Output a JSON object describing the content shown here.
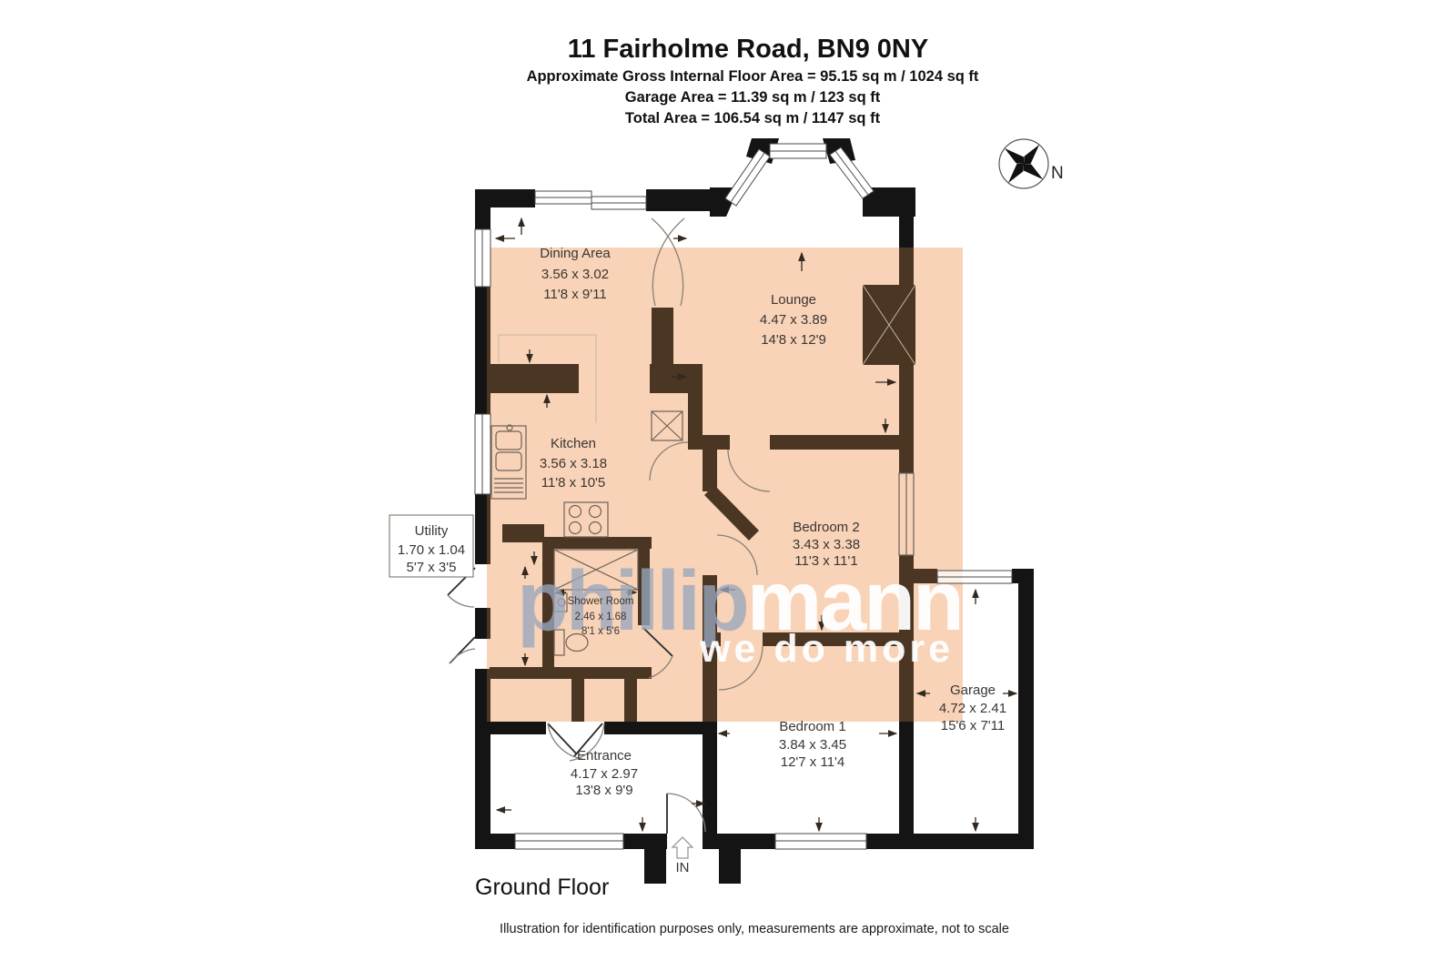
{
  "header": {
    "title": "11 Fairholme Road, BN9 0NY",
    "area_lines": [
      "Approximate Gross Internal Floor Area = 95.15 sq m / 1024 sq ft",
      "Garage Area = 11.39 sq m / 123 sq ft",
      "Total Area = 106.54 sq m / 1147 sq ft"
    ]
  },
  "compass": {
    "label": "N"
  },
  "watermark": {
    "part1": "phillip",
    "part2": "mann",
    "tagline": "we do more"
  },
  "rooms": [
    {
      "name": "Dining Area",
      "metric": "3.56 x 3.02",
      "imperial": "11'8 x 9'11"
    },
    {
      "name": "Lounge",
      "metric": "4.47 x 3.89",
      "imperial": "14'8 x 12'9"
    },
    {
      "name": "Kitchen",
      "metric": "3.56 x 3.18",
      "imperial": "11'8 x 10'5"
    },
    {
      "name": "Utility",
      "metric": "1.70 x 1.04",
      "imperial": "5'7 x 3'5"
    },
    {
      "name": "Shower Room",
      "metric": "2.46 x 1.68",
      "imperial": "8'1 x 5'6"
    },
    {
      "name": "Bedroom 2",
      "metric": "3.43 x 3.38",
      "imperial": "11'3 x 11'1"
    },
    {
      "name": "Bedroom 1",
      "metric": "3.84 x 3.45",
      "imperial": "12'7 x 11'4"
    },
    {
      "name": "Garage",
      "metric": "4.72 x 2.41",
      "imperial": "15'6 x 7'11"
    },
    {
      "name": "Entrance",
      "metric": "4.17 x 2.97",
      "imperial": "13'8 x 9'9"
    }
  ],
  "annotations": {
    "entry": "IN",
    "floor_label": "Ground Floor",
    "disclaimer": "Illustration for identification purposes only, measurements are approximate, not to scale"
  },
  "colors": {
    "highlight": "#f8d3b8",
    "wall_black": "#141414",
    "wall_brown": "#4b3624",
    "watermark_gray": "#98a7bc",
    "watermark_white": "#ffffff"
  }
}
